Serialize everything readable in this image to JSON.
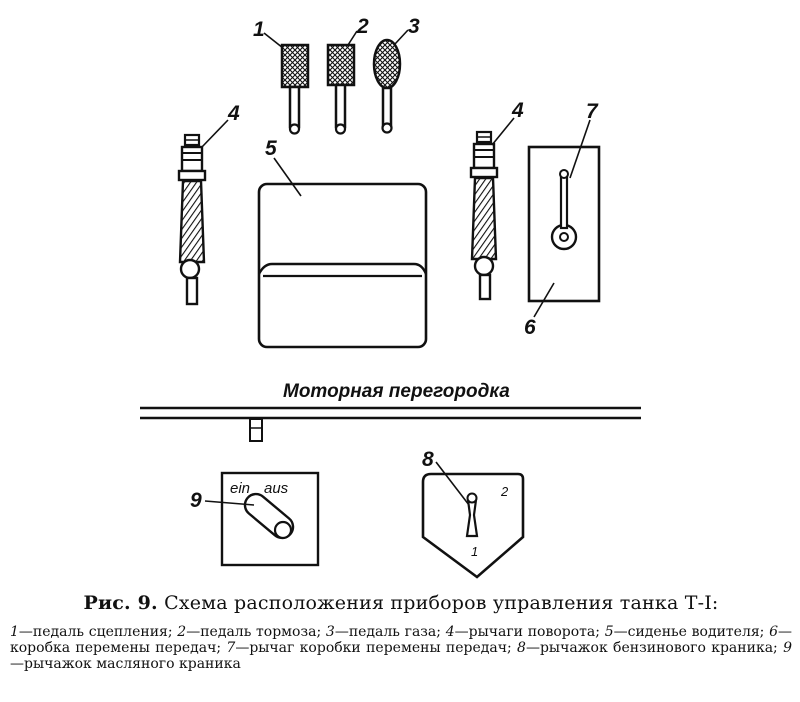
{
  "figure": {
    "callouts": {
      "clutch_pedal": "1",
      "brake_pedal": "2",
      "gas_pedal": "3",
      "lever_left": "4",
      "lever_right": "4",
      "seat": "5",
      "gearbox": "6",
      "gear_lever": "7",
      "fuel_valve_lever": "8",
      "oil_valve_lever": "9"
    },
    "partition_label": "Моторная перегородка",
    "oil_valve_panel": {
      "on": "ein",
      "off": "aus"
    },
    "fuel_valve_panel": {
      "pos1": "1",
      "pos2": "2"
    }
  },
  "caption": {
    "fig_num": "Рис. 9.",
    "title": "Схема расположения приборов управления танка Т-I:",
    "legend": [
      {
        "n": "1",
        "text": "—педаль сцепления; "
      },
      {
        "n": "2",
        "text": "—педаль тормоза; "
      },
      {
        "n": "3",
        "text": "—педаль газа; "
      },
      {
        "n": "4",
        "text": "—рычаги поворота; "
      },
      {
        "n": "5",
        "text": "—сиденье водителя; "
      },
      {
        "n": "6",
        "text": "—коробка перемены передач; "
      },
      {
        "n": "7",
        "text": "—рычаг коробки перемены передач; "
      },
      {
        "n": "8",
        "text": "—рычажок бензинового краника; "
      },
      {
        "n": "9",
        "text": "—рычажок масляного краника"
      }
    ]
  }
}
